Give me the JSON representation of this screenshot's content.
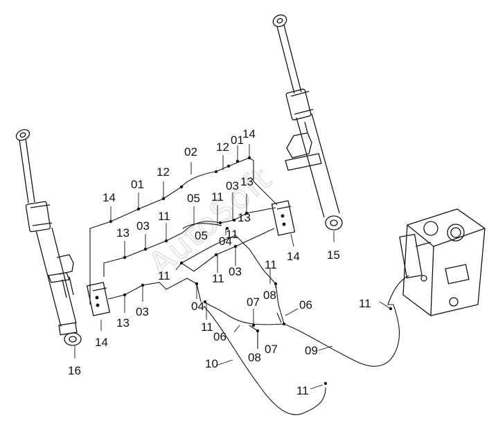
{
  "watermark": "AutoSoft",
  "callouts": [
    {
      "id": "c16",
      "text": "16"
    },
    {
      "id": "c15",
      "text": "15"
    },
    {
      "id": "c14a",
      "text": "14"
    },
    {
      "id": "c14b",
      "text": "14"
    },
    {
      "id": "c14c",
      "text": "14"
    },
    {
      "id": "c14d",
      "text": "14"
    },
    {
      "id": "c01a",
      "text": "01"
    },
    {
      "id": "c01b",
      "text": "01"
    },
    {
      "id": "c12a",
      "text": "12"
    },
    {
      "id": "c12b",
      "text": "12"
    },
    {
      "id": "c02",
      "text": "02"
    },
    {
      "id": "c13a",
      "text": "13"
    },
    {
      "id": "c13b",
      "text": "13"
    },
    {
      "id": "c13c",
      "text": "13"
    },
    {
      "id": "c13d",
      "text": "13"
    },
    {
      "id": "c03a",
      "text": "03"
    },
    {
      "id": "c03b",
      "text": "03"
    },
    {
      "id": "c03c",
      "text": "03"
    },
    {
      "id": "c03d",
      "text": "03"
    },
    {
      "id": "c11a",
      "text": "11"
    },
    {
      "id": "c11b",
      "text": "11"
    },
    {
      "id": "c11c",
      "text": "11"
    },
    {
      "id": "c11d",
      "text": "11"
    },
    {
      "id": "c11e",
      "text": "11"
    },
    {
      "id": "c11f",
      "text": "11"
    },
    {
      "id": "c11g",
      "text": "11"
    },
    {
      "id": "c11h",
      "text": "11"
    },
    {
      "id": "c11i",
      "text": "11"
    },
    {
      "id": "c05a",
      "text": "05"
    },
    {
      "id": "c05b",
      "text": "05"
    },
    {
      "id": "c04a",
      "text": "04"
    },
    {
      "id": "c04b",
      "text": "04"
    },
    {
      "id": "c08a",
      "text": "08"
    },
    {
      "id": "c08b",
      "text": "08"
    },
    {
      "id": "c07a",
      "text": "07"
    },
    {
      "id": "c07b",
      "text": "07"
    },
    {
      "id": "c06a",
      "text": "06"
    },
    {
      "id": "c06b",
      "text": "06"
    },
    {
      "id": "c09",
      "text": "09"
    },
    {
      "id": "c10",
      "text": "10"
    }
  ]
}
